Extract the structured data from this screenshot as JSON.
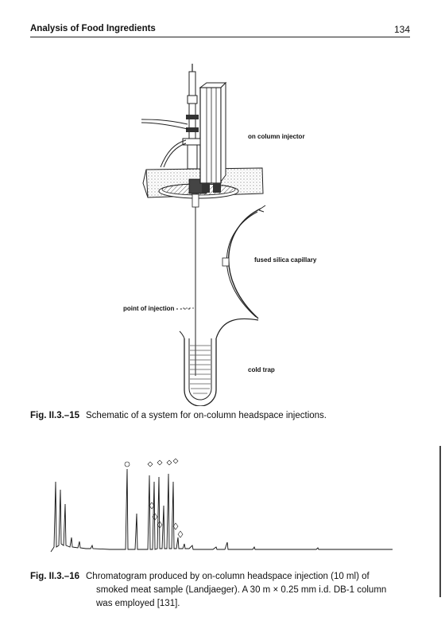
{
  "header": {
    "title": "Analysis of Food Ingredients",
    "page_number": "134"
  },
  "figure1": {
    "labels": {
      "injector": "on column injector",
      "capillary": "fused silica capillary",
      "injection_point": "point of injection",
      "cold_trap": "cold trap"
    },
    "caption_number": "Fig. II.3.–15",
    "caption_text": "Schematic of a system for on-column headspace injections."
  },
  "figure2": {
    "caption_number": "Fig. II.3.–16",
    "caption_line1": "Chromatogram produced by on-column headspace injection (10 ml) of",
    "caption_line2": "smoked meat sample (Landjaeger). A 30 m × 0.25 mm i.d. DB-1 column",
    "caption_line3": "was employed [131]."
  },
  "colors": {
    "ink": "#111111",
    "paper": "#ffffff",
    "hatch": "#9a9a9a"
  }
}
